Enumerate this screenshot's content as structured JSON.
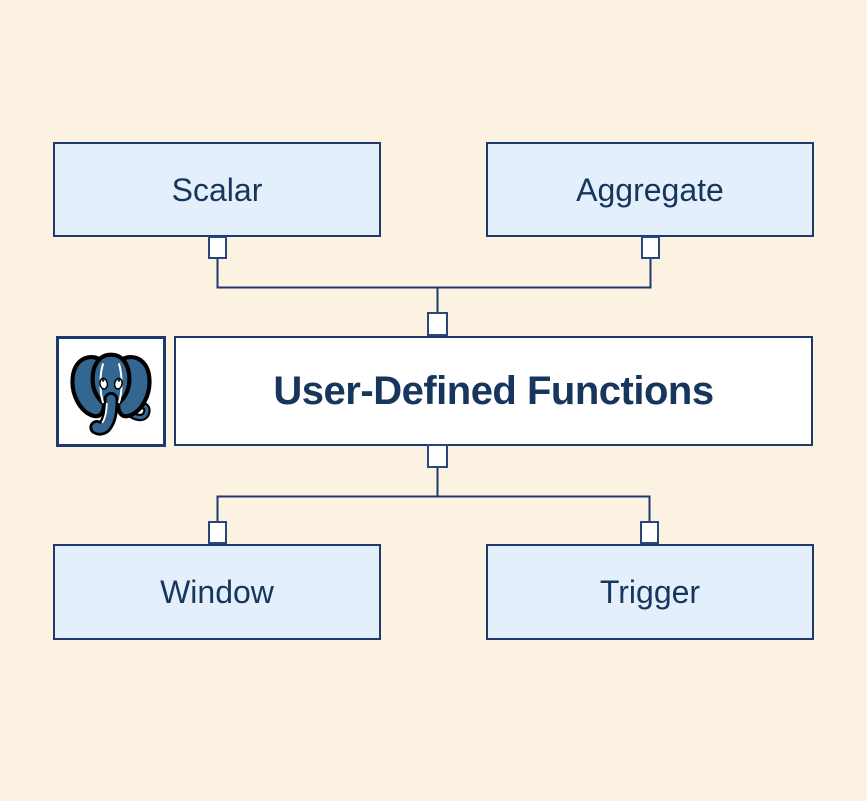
{
  "diagram": {
    "center_node": {
      "label": "User-Defined Functions"
    },
    "top_nodes": [
      {
        "label": "Scalar"
      },
      {
        "label": "Aggregate"
      }
    ],
    "bottom_nodes": [
      {
        "label": "Window"
      },
      {
        "label": "Trigger"
      }
    ],
    "logo": {
      "icon": "postgresql-elephant-icon"
    },
    "colors": {
      "background": "#fcf2e2",
      "node_fill": "#e4effc",
      "node_border": "#1e3a6d",
      "connector_line": "#1e3a6d",
      "text": "#17365d",
      "logo_blue": "#336791",
      "logo_outline": "#000000",
      "stub_fill": "#ffffff"
    }
  }
}
